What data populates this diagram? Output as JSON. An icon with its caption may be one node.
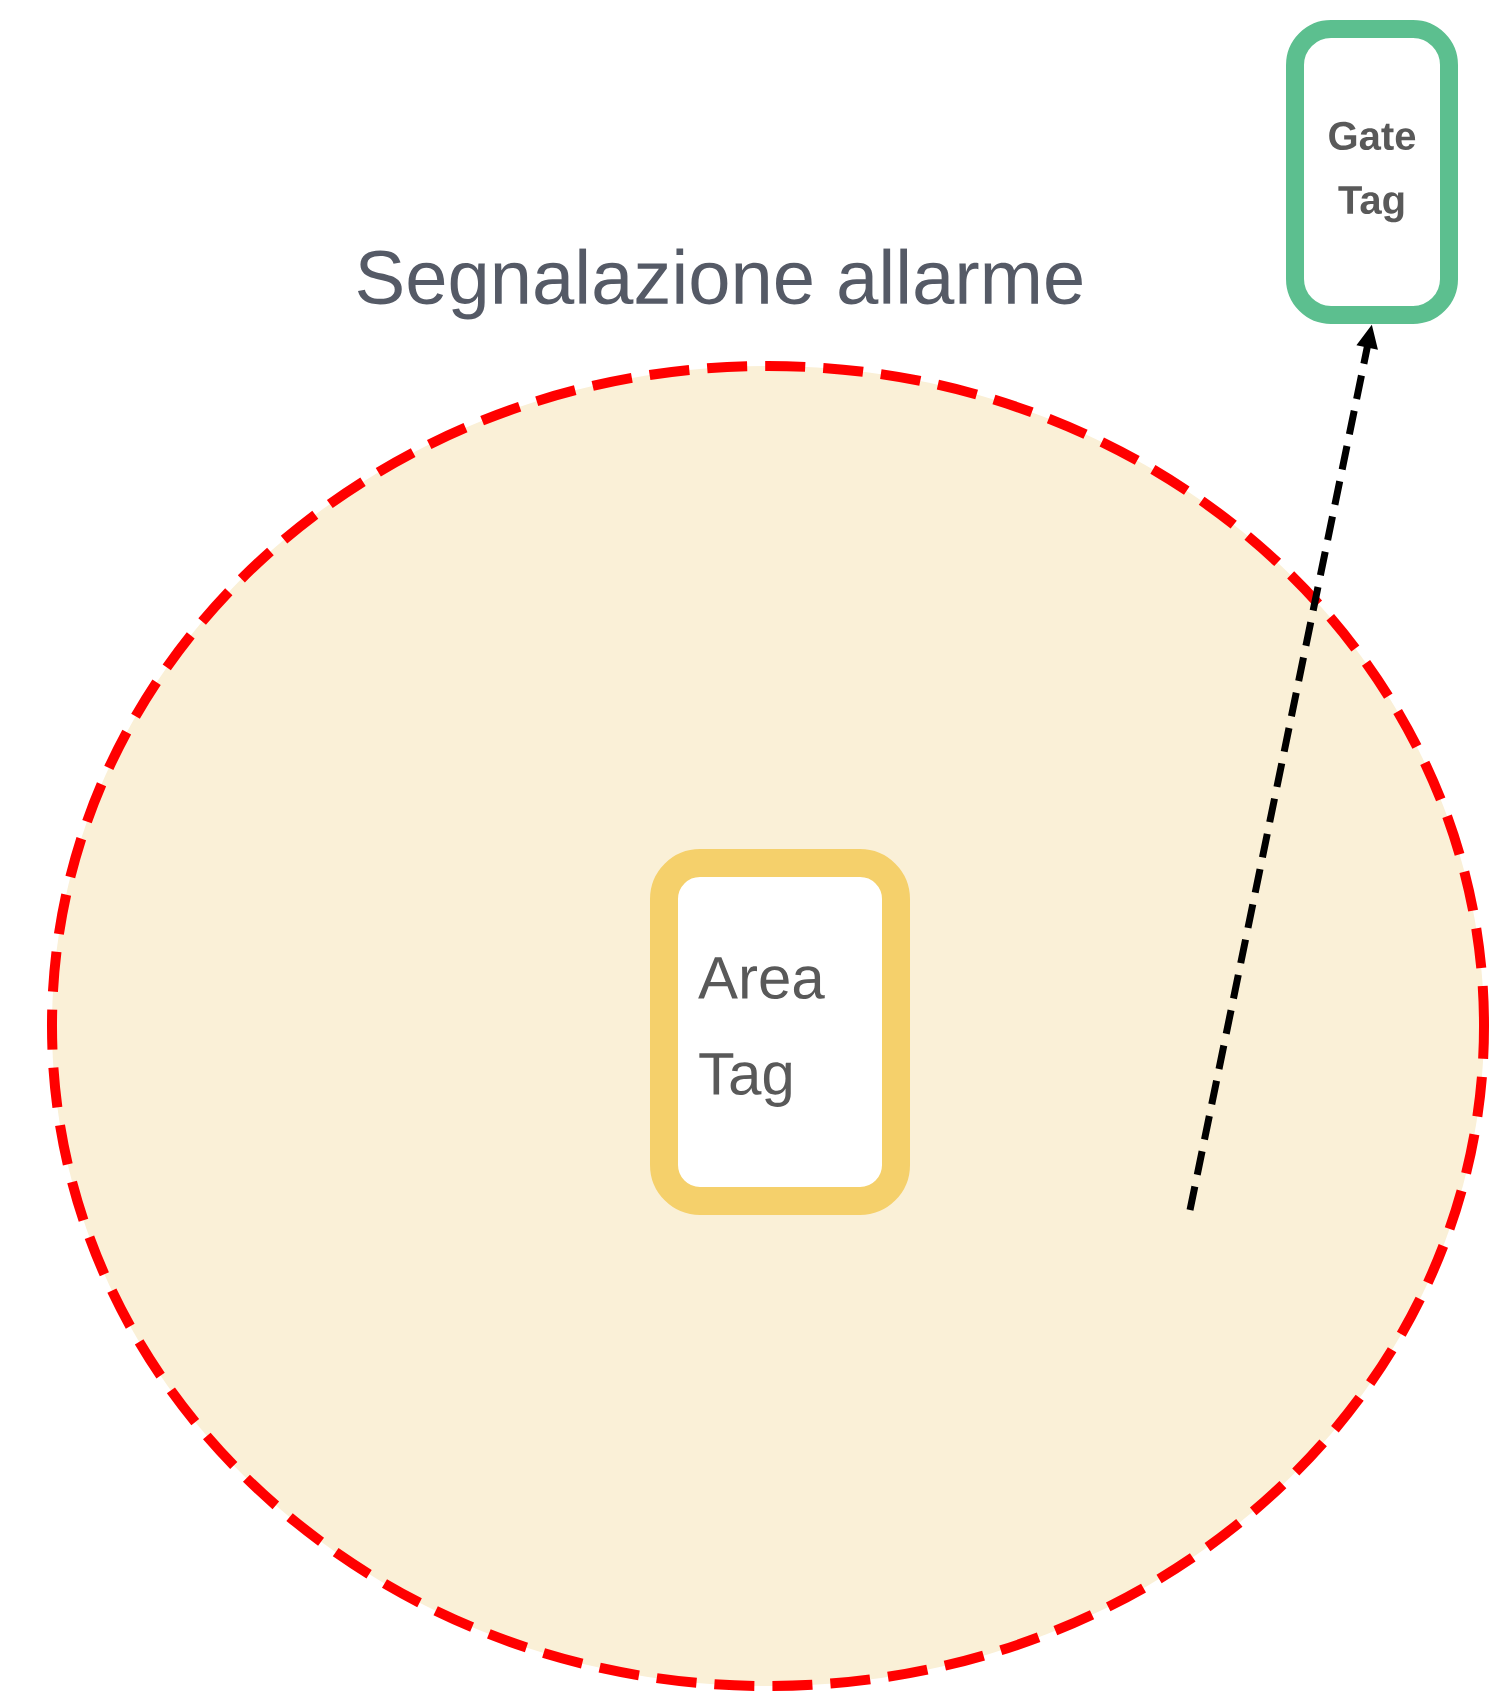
{
  "diagram": {
    "nodes": [
      {
        "text": [
          "Segnalazione allarme"
        ]
      },
      {
        "text": [
          "Area Tag"
        ],
        "in": 0
      },
      {
        "text": [
          "Gate Tag"
        ]
      }
    ],
    "edges": [
      {
        "from": null,
        "to": 2,
        "arrow": "to",
        "style": "dashed"
      }
    ]
  }
}
